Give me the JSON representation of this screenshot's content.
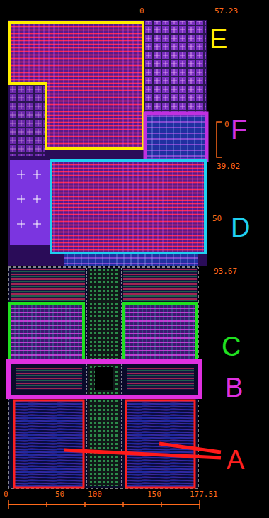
{
  "diagram": {
    "labels": [
      "0",
      "57.23",
      "E",
      "F",
      "0",
      "39.02",
      "D",
      "50",
      "93.67",
      "C",
      "B",
      "A",
      "0",
      "50",
      "100",
      "150",
      "177.51"
    ]
  }
}
